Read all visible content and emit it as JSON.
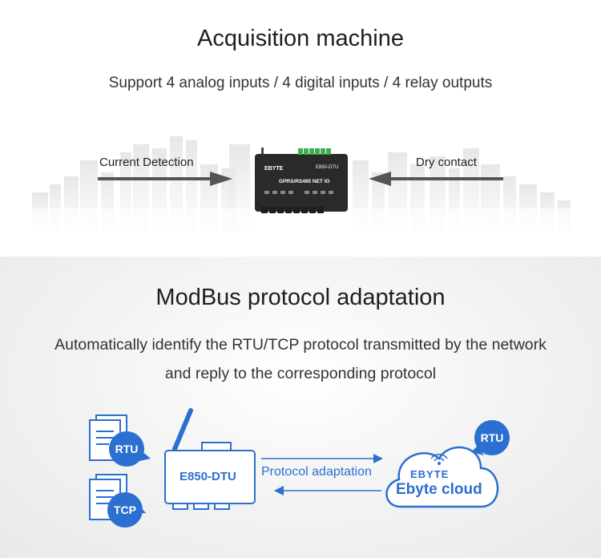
{
  "section1": {
    "title": "Acquisition machine",
    "subtitle": "Support 4 analog inputs / 4 digital inputs / 4 relay outputs",
    "left_label": "Current Detection",
    "right_label": "Dry contact",
    "device": {
      "brand": "EBYTE",
      "model": "E850-DTU",
      "name": "GPRS/RS485 NET IO"
    }
  },
  "section2": {
    "title": "ModBus protocol adaptation",
    "subtitle_line1": "Automatically identify the RTU/TCP protocol transmitted by the network",
    "subtitle_line2": "and reply to the corresponding protocol",
    "badge_rtu": "RTU",
    "badge_tcp": "TCP",
    "badge_cloud_rtu": "RTU",
    "dtu_label": "E850-DTU",
    "protocol_label": "Protocol adaptation",
    "cloud_brand": "EBYTE",
    "cloud_label": "Ebyte cloud"
  },
  "colors": {
    "accent": "#2b6fd1",
    "device_body": "#2a2a2a",
    "terminal_green": "#3fae4f"
  },
  "icons": [
    "document-icon",
    "dtu-device-icon",
    "cloud-icon",
    "arrow-right-icon",
    "arrow-left-icon",
    "wifi-icon"
  ]
}
